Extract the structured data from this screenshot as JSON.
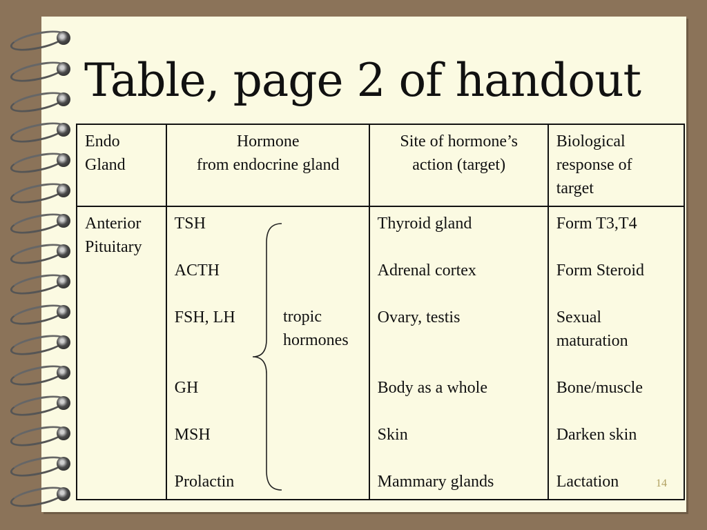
{
  "slide": {
    "title": "Table, page 2 of handout",
    "page_number": "14",
    "brace_label_1": "tropic",
    "brace_label_2": "hormones"
  },
  "table": {
    "headers": [
      [
        "Endo",
        "Gland"
      ],
      [
        "Hormone",
        "from endocrine gland"
      ],
      [
        "Site of hormone’s",
        "action (target)"
      ],
      [
        "Biological",
        "response of",
        "target"
      ]
    ],
    "gland": [
      "Anterior",
      "Pituitary"
    ],
    "hormones": [
      "TSH",
      "ACTH",
      "FSH, LH",
      "GH",
      "MSH",
      "Prolactin"
    ],
    "sites": [
      "Thyroid gland",
      "Adrenal cortex",
      "Ovary, testis",
      "Body as a whole",
      "Skin",
      "Mammary glands"
    ],
    "responses": [
      [
        "Form T3,T4"
      ],
      [
        "Form Steroid"
      ],
      [
        "Sexual",
        "maturation"
      ],
      [
        "Bone/muscle"
      ],
      [
        "Darken skin"
      ],
      [
        "Lactation"
      ]
    ]
  }
}
